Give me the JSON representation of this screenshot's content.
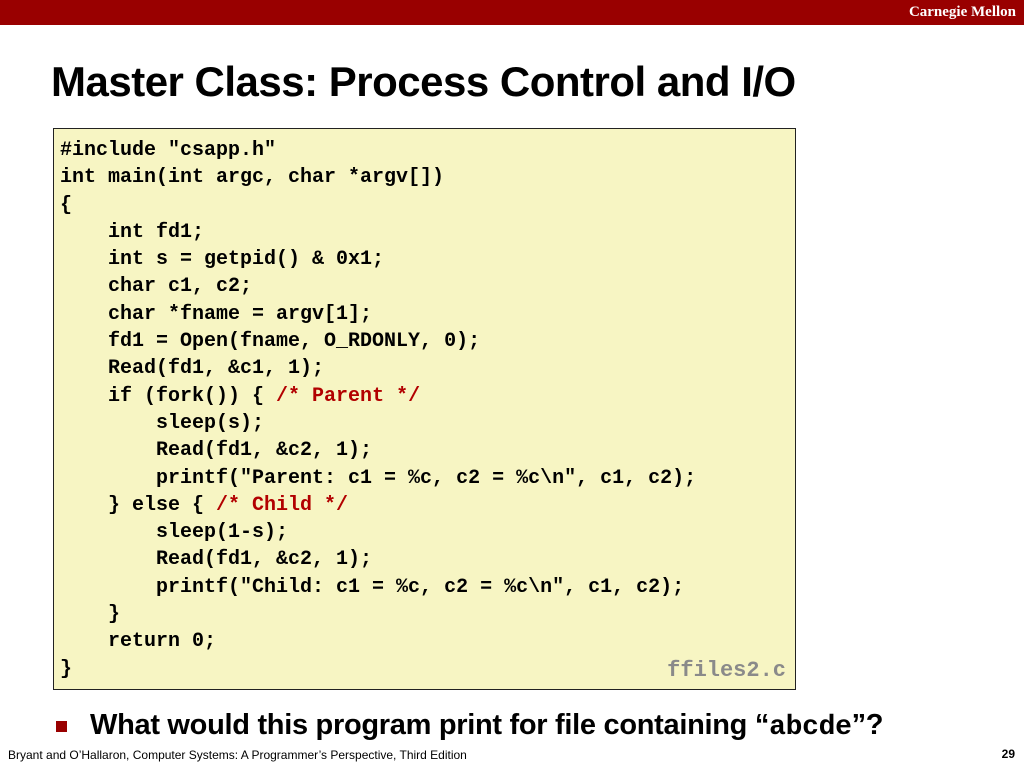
{
  "header": {
    "brand": "Carnegie Mellon"
  },
  "slide": {
    "title": "Master Class: Process Control and I/O",
    "code_lines": [
      {
        "text": "#include \"csapp.h\""
      },
      {
        "text": "int main(int argc, char *argv[])"
      },
      {
        "text": "{"
      },
      {
        "text": "    int fd1;"
      },
      {
        "text": "    int s = getpid() & 0x1;"
      },
      {
        "text": "    char c1, c2;"
      },
      {
        "text": "    char *fname = argv[1];"
      },
      {
        "text": "    fd1 = Open(fname, O_RDONLY, 0);"
      },
      {
        "text": "    Read(fd1, &c1, 1);"
      },
      {
        "text": "    if (fork()) { ",
        "comment": "/* Parent */"
      },
      {
        "text": "        sleep(s);"
      },
      {
        "text": "        Read(fd1, &c2, 1);"
      },
      {
        "text": "        printf(\"Parent: c1 = %c, c2 = %c\\n\", c1, c2);"
      },
      {
        "text": "    } else { ",
        "comment": "/* Child */"
      },
      {
        "text": "        sleep(1-s);"
      },
      {
        "text": "        Read(fd1, &c2, 1);"
      },
      {
        "text": "        printf(\"Child: c1 = %c, c2 = %c\\n\", c1, c2);"
      },
      {
        "text": "    }"
      },
      {
        "text": "    return 0;"
      },
      {
        "text": "}"
      }
    ],
    "filename": "ffiles2.c",
    "bullet": {
      "text_before": "What would this program print for file containing “",
      "code": "abcde",
      "text_after": "”?"
    }
  },
  "footer": {
    "citation": "Bryant and O’Hallaron, Computer Systems: A Programmer’s Perspective, Third Edition",
    "page": "29"
  },
  "colors": {
    "brand_red": "#990000",
    "code_bg": "#f7f5c3",
    "comment": "#b20000",
    "filename": "#8a8a8a"
  }
}
